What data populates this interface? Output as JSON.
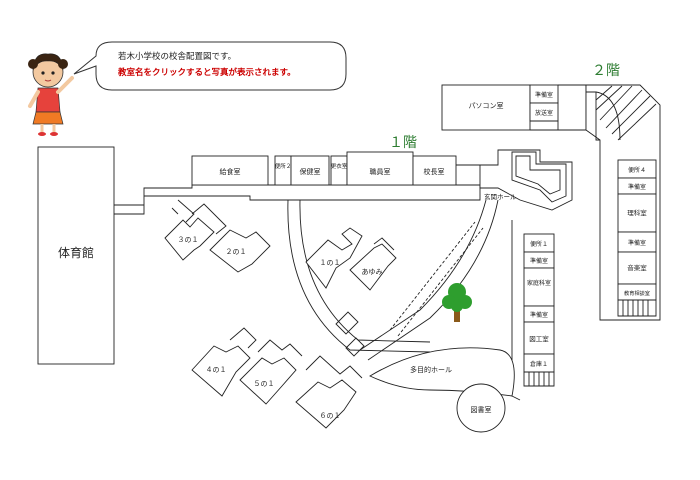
{
  "bubble": {
    "line1": "若木小学校の校舎配置図です。",
    "line2": "教室名をクリックすると写真が表示されます。",
    "line2_color": "#cc0000"
  },
  "floor_labels": {
    "first": "１階",
    "second": "２階",
    "color": "#2e7d32"
  },
  "rooms": {
    "gym": "体育館",
    "kyushoku": "給食室",
    "benjo2": "便所２",
    "hoken": "保健室",
    "koishitsu": "更衣室",
    "shokuin": "職員室",
    "kocho": "校長室",
    "genkan": "玄関ホール",
    "pc": "パソコン室",
    "junbi_pc": "準備室",
    "hoso": "放送室",
    "benjo4": "便所４",
    "junbi_rika": "準備室",
    "rika": "理科室",
    "junbi_ongaku": "準備室",
    "ongaku": "音楽室",
    "kyoiku": "教育相談室",
    "benjo1": "便所１",
    "junbi_katei": "準備室",
    "katei": "家庭科室",
    "junbi_zuko": "準備室",
    "zuko": "図工室",
    "soko1": "倉庫１",
    "toshoshitsu": "図書室",
    "tamokuteki": "多目的ホール",
    "c3": "３の１",
    "c2": "２の１",
    "c1": "１の１",
    "ayumi": "あゆみ",
    "c4": "４の１",
    "c5": "５の１",
    "c6": "６の１"
  },
  "colors": {
    "tree_green": "#2e9e2e",
    "tree_trunk": "#8a5a1a"
  }
}
